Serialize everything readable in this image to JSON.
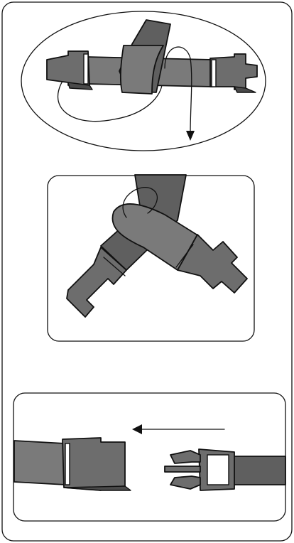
{
  "illustration": {
    "panels": [
      "strap-wrap-step",
      "strap-cross-step",
      "buckle-connect-step"
    ],
    "colors": {
      "strap": "#7a7a7a",
      "strap_dark": "#5f5f5f",
      "buckle": "#6d6d6d",
      "outline": "#111111",
      "background": "#ffffff"
    }
  }
}
